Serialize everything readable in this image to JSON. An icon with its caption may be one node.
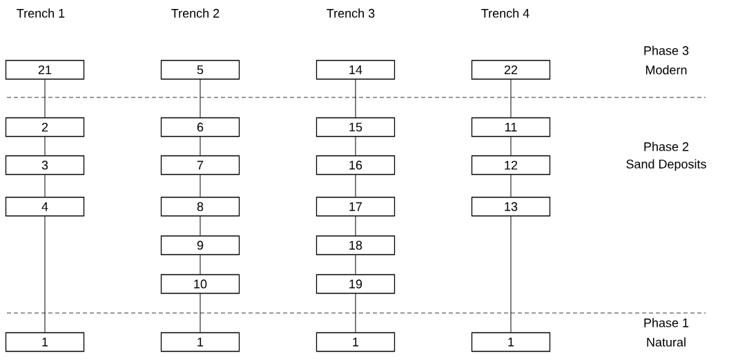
{
  "diagram": {
    "nodes": [
      {
        "text": [
          "21"
        ]
      },
      {
        "text": [
          "5"
        ]
      },
      {
        "text": [
          "14"
        ]
      },
      {
        "text": [
          "22"
        ]
      },
      {
        "text": [
          "2"
        ]
      },
      {
        "text": [
          "6"
        ]
      },
      {
        "text": [
          "15"
        ]
      },
      {
        "text": [
          "11"
        ]
      },
      {
        "text": [
          "3"
        ]
      },
      {
        "text": [
          "7"
        ]
      },
      {
        "text": [
          "16"
        ]
      },
      {
        "text": [
          "12"
        ]
      },
      {
        "text": [
          "4"
        ]
      },
      {
        "text": [
          "8"
        ]
      },
      {
        "text": [
          "17"
        ]
      },
      {
        "text": [
          "13"
        ]
      },
      {
        "text": [
          "9"
        ]
      },
      {
        "text": [
          "18"
        ]
      },
      {
        "text": [
          "10"
        ]
      },
      {
        "text": [
          "19"
        ]
      },
      {
        "text": [
          "1"
        ]
      },
      {
        "text": [
          "1"
        ]
      },
      {
        "text": [
          "1"
        ]
      },
      {
        "text": [
          "1"
        ]
      }
    ],
    "edges": [
      {
        "from": 0,
        "to": 4,
        "arrow": "none"
      },
      {
        "from": 4,
        "to": 8,
        "arrow": "none"
      },
      {
        "from": 8,
        "to": 12,
        "arrow": "none"
      },
      {
        "from": 12,
        "to": 20,
        "arrow": "none"
      },
      {
        "from": 1,
        "to": 5,
        "arrow": "none"
      },
      {
        "from": 5,
        "to": 9,
        "arrow": "none"
      },
      {
        "from": 9,
        "to": 13,
        "arrow": "none"
      },
      {
        "from": 13,
        "to": 16,
        "arrow": "none"
      },
      {
        "from": 16,
        "to": 18,
        "arrow": "none"
      },
      {
        "from": 18,
        "to": 21,
        "arrow": "none"
      },
      {
        "from": 2,
        "to": 6,
        "arrow": "none"
      },
      {
        "from": 6,
        "to": 10,
        "arrow": "none"
      },
      {
        "from": 10,
        "to": 14,
        "arrow": "none"
      },
      {
        "from": 14,
        "to": 17,
        "arrow": "none"
      },
      {
        "from": 17,
        "to": 19,
        "arrow": "none"
      },
      {
        "from": 19,
        "to": 22,
        "arrow": "none"
      },
      {
        "from": 3,
        "to": 7,
        "arrow": "none"
      },
      {
        "from": 7,
        "to": 11,
        "arrow": "none"
      },
      {
        "from": 11,
        "to": 15,
        "arrow": "none"
      },
      {
        "from": 15,
        "to": 23,
        "arrow": "none"
      }
    ],
    "labels": [
      "Trench 1",
      "Trench 2",
      "Trench 3",
      "Trench 4",
      "Phase 3",
      "Modern",
      "Phase 2",
      "Sand Deposits",
      "Phase 1",
      "Natural"
    ]
  }
}
